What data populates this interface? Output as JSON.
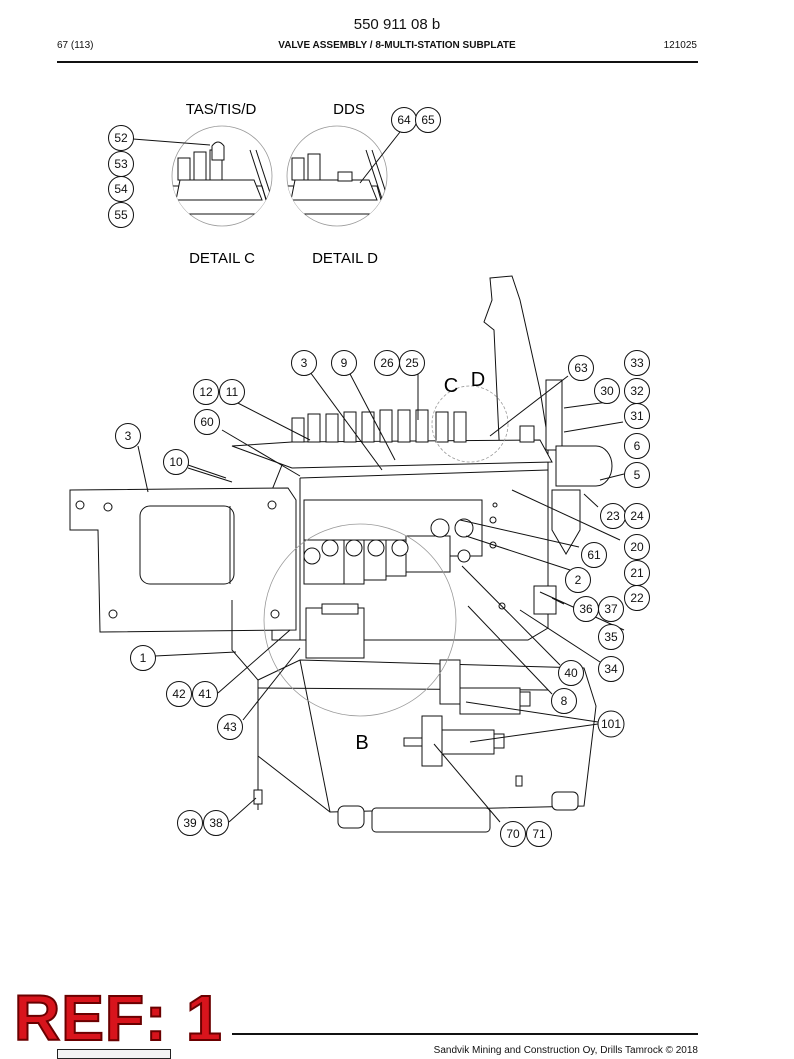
{
  "header": {
    "doc_number": "550 911 08 b",
    "page_ref": "67 (113)",
    "title": "VALVE ASSEMBLY / 8-MULTI-STATION SUBPLATE",
    "date_code": "121025"
  },
  "details": {
    "c_heading": "TAS/TIS/D",
    "d_heading": "DDS",
    "c_caption": "DETAIL  C",
    "d_caption": "DETAIL  D"
  },
  "view_letters": {
    "b": "B",
    "c": "C",
    "d": "D"
  },
  "callouts": {
    "c52": "52",
    "c53": "53",
    "c54": "54",
    "c55": "55",
    "c64": "64",
    "c65": "65",
    "c3a": "3",
    "c9": "9",
    "c26": "26",
    "c25": "25",
    "c63": "63",
    "c33": "33",
    "c12": "12",
    "c11": "11",
    "c30": "30",
    "c32": "32",
    "c60": "60",
    "c31": "31",
    "c3b": "3",
    "c6": "6",
    "c10": "10",
    "c5": "5",
    "c23": "23",
    "c24": "24",
    "c20": "20",
    "c61": "61",
    "c21": "21",
    "c2": "2",
    "c22": "22",
    "c36": "36",
    "c37": "37",
    "c35": "35",
    "c1": "1",
    "c40": "40",
    "c34": "34",
    "c42": "42",
    "c41": "41",
    "c8": "8",
    "c43": "43",
    "c101": "101",
    "c39": "39",
    "c38": "38",
    "c70": "70",
    "c71": "71"
  },
  "stamp": {
    "text": "REF: 1",
    "color": "#d8141c"
  },
  "footer": {
    "text": "Sandvik Mining and Construction Oy, Drills Tamrock © 2018"
  }
}
